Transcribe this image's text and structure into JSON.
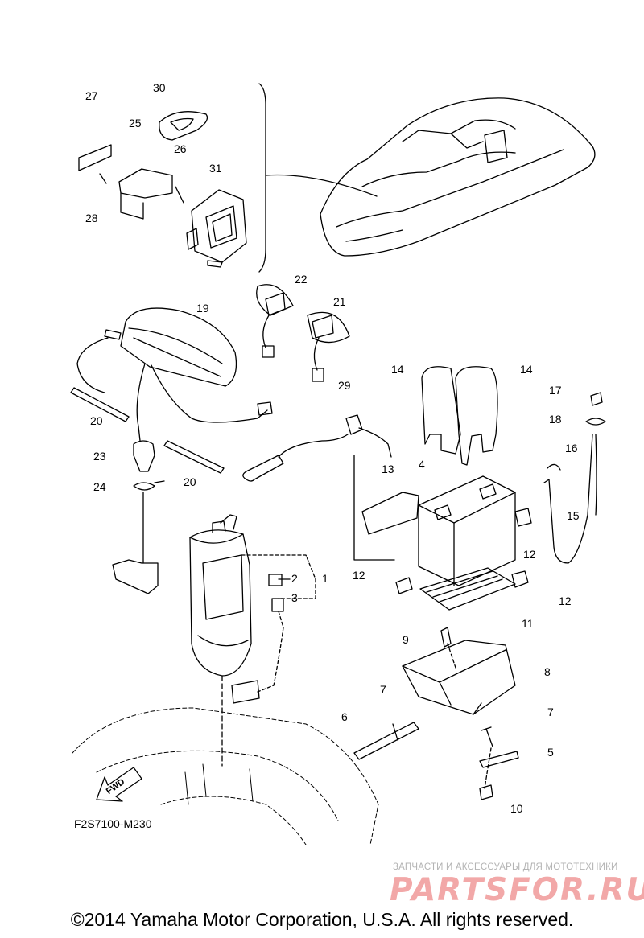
{
  "diagram": {
    "code": "F2S7100-M230",
    "fwd_label": "FWD",
    "callouts": [
      "27",
      "30",
      "25",
      "26",
      "31",
      "28",
      "22",
      "21",
      "19",
      "14",
      "14",
      "17",
      "18",
      "29",
      "20",
      "16",
      "23",
      "13",
      "4",
      "20",
      "15",
      "24",
      "12",
      "2",
      "1",
      "3",
      "12",
      "12",
      "11",
      "9",
      "8",
      "7",
      "6",
      "7",
      "5",
      "10"
    ]
  },
  "watermark": {
    "tagline": "ЗАПЧАСТИ И АКСЕССУАРЫ ДЛЯ МОТОТЕХНИКИ",
    "logo": "PARTSFOR.RU"
  },
  "footer": {
    "copyright": "©2014 Yamaha Motor Corporation, U.S.A. All rights reserved."
  },
  "colors": {
    "line": "#000000",
    "watermark_logo": "#f2a8a8",
    "watermark_text": "#b4b4b4"
  }
}
